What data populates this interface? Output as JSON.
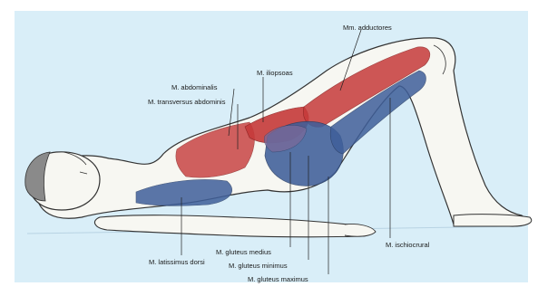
{
  "labels": {
    "mm_adductores": "Mm. adductores",
    "m_iliopsoas": "M. iliopsoas",
    "m_abdominalis": "M. abdominalis",
    "m_transversus_abdominis": "M. transversus abdominis",
    "m_latissimus_dorsi": "M. latissimus dorsi",
    "m_gluteus_medius": "M. gluteus medius",
    "m_gluteus_minimus": "M. gluteus minimus",
    "m_gluteus_maximus": "M. gluteus maximus",
    "m_ischiocrural": "M. ischiocrural"
  },
  "colors": {
    "background": "#d9eef8",
    "skin_fill": "#f7f7f2",
    "outline": "#333333",
    "muscle_red": "#c63a3a",
    "muscle_blue": "#3f5f9a",
    "hair": "#8a8a8a"
  }
}
